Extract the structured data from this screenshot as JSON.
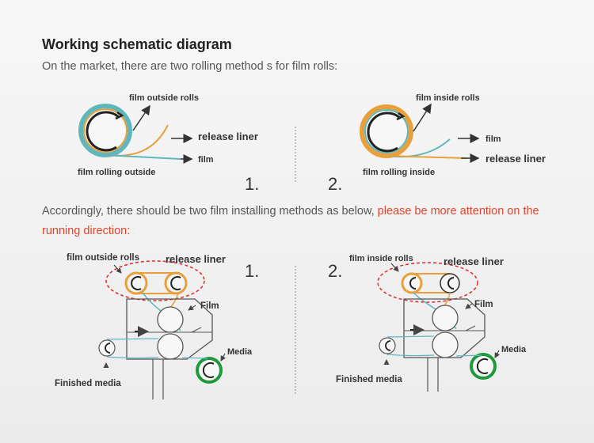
{
  "heading": "Working schematic diagram",
  "intro": "On the market, there are two rolling method s for film rolls:",
  "accordingly": {
    "normal": "Accordingly, there should be two film installing methods as below, ",
    "highlight": "please be more attention on the running direction:"
  },
  "top_left": {
    "roll_label": "film outside rolls",
    "upper_output": "release liner",
    "lower_output": "film",
    "caption": "film rolling outside",
    "number": "1."
  },
  "top_right": {
    "roll_label": "film inside rolls",
    "upper_output": "film",
    "lower_output": "release liner",
    "caption": "film rolling inside",
    "number": "2."
  },
  "bottom_left": {
    "roll_label": "film outside rolls",
    "liner_label": "release liner",
    "film_label": "Film",
    "media_label": "Media",
    "finished_label": "Finished media",
    "number": "1."
  },
  "bottom_right": {
    "roll_label": "film inside rolls",
    "liner_label": "release liner",
    "film_label": "Film",
    "media_label": "Media",
    "finished_label": "Finished media",
    "number": "2."
  },
  "colors": {
    "orange": "#e8a03c",
    "teal": "#5fb7bd",
    "green": "#1e9a3c",
    "red_dash": "#e02a2a",
    "highlight": "#e2442c"
  }
}
